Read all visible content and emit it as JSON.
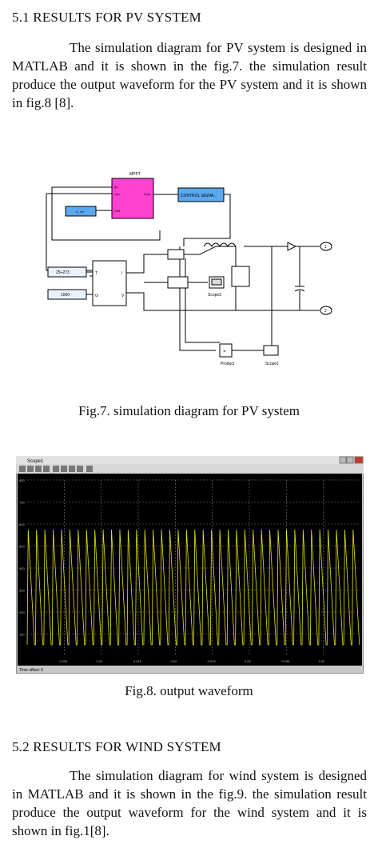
{
  "section1": {
    "heading": "5.1 RESULTS FOR PV SYSTEM",
    "paragraph": "The simulation diagram for PV system is designed in MATLAB and it is shown in the fig.7. the simulation result produce the output waveform for the PV system and it is shown in fig.8 [8].",
    "fig7_caption": "Fig.7. simulation diagram for PV system",
    "fig8_caption": "Fig.8. output waveform"
  },
  "diagram": {
    "mppt_title": "MPPT",
    "mppt_in1": "Ipv",
    "mppt_in2": "Vpv",
    "mppt_in3": "Vref",
    "mppt_out": "Duty",
    "control_signal": "CONTROL SIGNA...",
    "const_vref": "U_ref",
    "irr_const": "25+273",
    "temp_const": "1000",
    "pv_port_t": "T",
    "pv_port_g": "G",
    "pv_port_i": "I",
    "pv_port_v": "V",
    "scope3": "Scope3",
    "product": "Product",
    "scope1": "Scope1",
    "port1": "1",
    "port2": "2"
  },
  "scope_window": {
    "title": "Scope1",
    "status_text": "Time offset: 0",
    "y_ticks": [
      "800",
      "700",
      "600",
      "500",
      "400",
      "300",
      "200",
      "100"
    ],
    "x_ticks": [
      "0.005",
      "0.01",
      "0.015",
      "0.02",
      "0.025",
      "0.03",
      "0.035",
      "0.04"
    ],
    "colors": {
      "background": "#000000",
      "trace": "#e8e800",
      "frame": "#7a7a7a"
    }
  },
  "section2": {
    "heading": "5.2 RESULTS FOR WIND SYSTEM",
    "paragraph": "The simulation diagram for wind system is designed in MATLAB and it is shown in the fig.9. the simulation result produce the output waveform for the wind system and it is shown in fig.1[8]."
  }
}
